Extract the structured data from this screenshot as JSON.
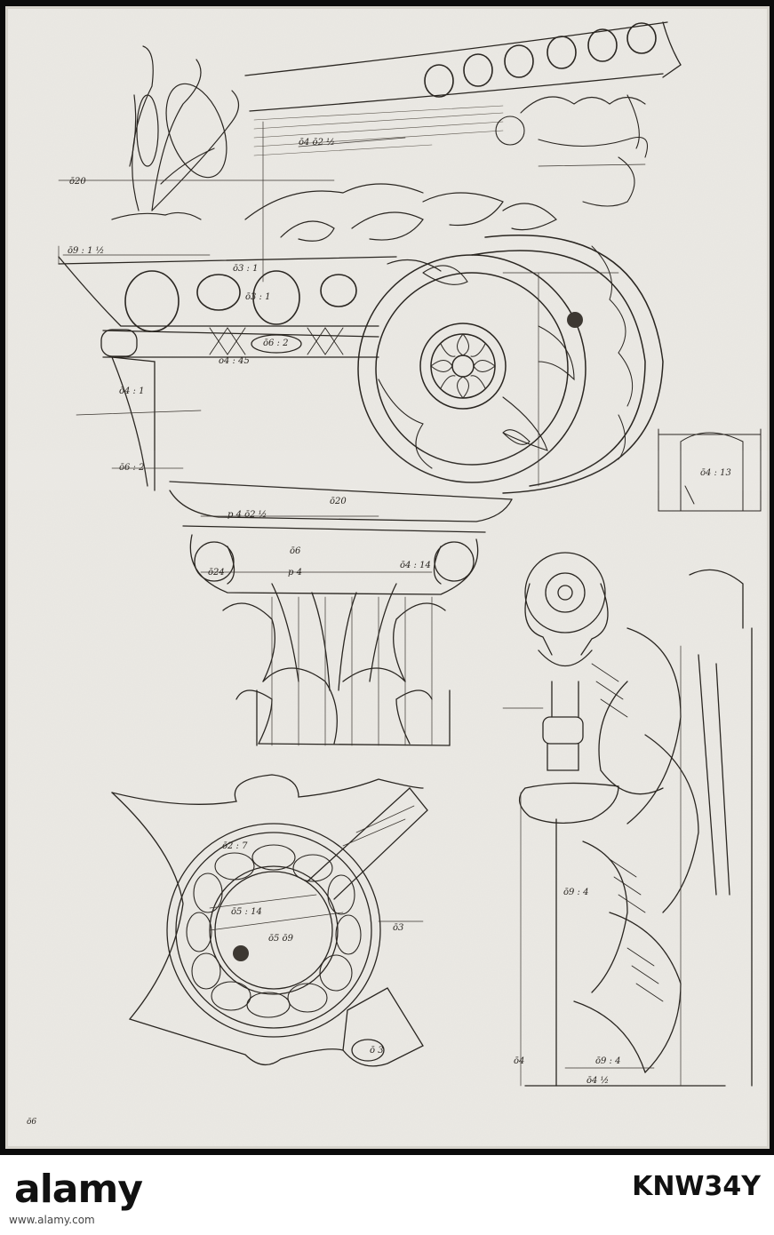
{
  "image": {
    "subject": "Pen-and-ink architectural study of Corinthian and Composite capitals",
    "mount": "black"
  },
  "annotations": {
    "top": [
      "ō20",
      "ō4 ō2 ½",
      "ō9 : 1 ½",
      "ō3 : 1",
      "ō3 : 1",
      "ō6 : 2",
      "ō4 : 45",
      "ō4 : 1",
      "ō6 : 2"
    ],
    "middle": [
      "ō20",
      "p 4 ō2 ½",
      "ō24",
      "p 4",
      "ō6",
      "ō4 : 14",
      "ō4 : 13",
      "ō9 : 4"
    ],
    "bottom": [
      "ō2 : 7",
      "ō5 : 14",
      "ō5 ō9",
      "ō3",
      "ō 3",
      "ō4 ½",
      "ō9 : 4",
      "ō4"
    ],
    "inventory_mark": "ō6"
  },
  "stock": {
    "brand": "alamy",
    "id": "KNW34Y",
    "ref": "www.alamy.com"
  },
  "colors": {
    "mount": "#0b0b0b",
    "paper": "#ebe9e4",
    "ink": "#2a2621"
  }
}
